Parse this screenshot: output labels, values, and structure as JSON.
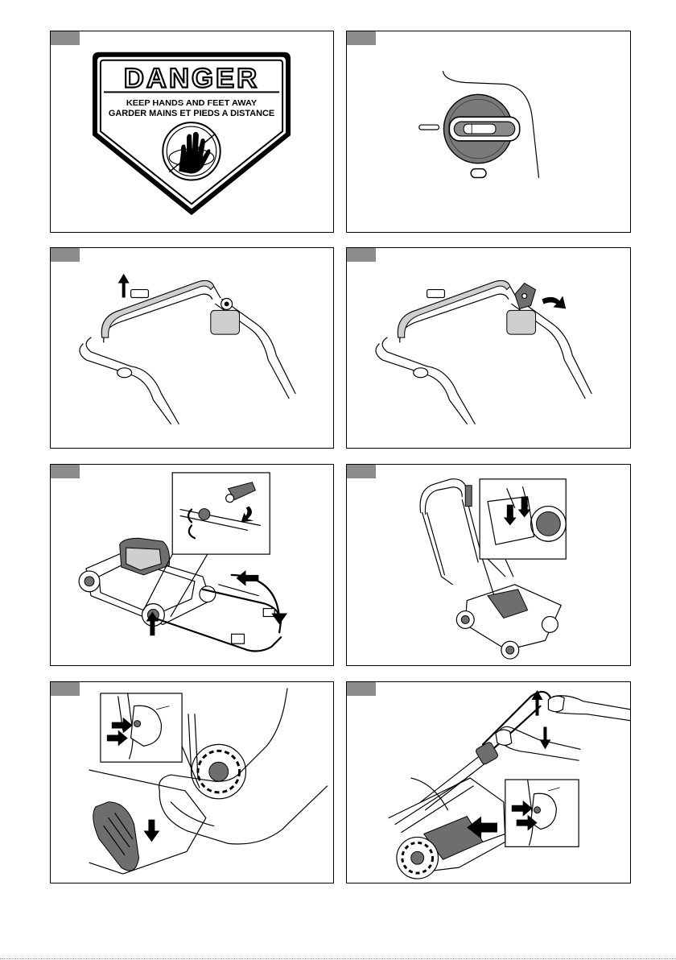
{
  "danger_label": {
    "heading": "DANGER",
    "line1": "KEEP HANDS AND FEET AWAY",
    "line2": "GARDER MAINS ET PIEDS A DISTANCE"
  },
  "colors": {
    "figure_tab": "#8c8c8c",
    "arrow": "#000000"
  }
}
